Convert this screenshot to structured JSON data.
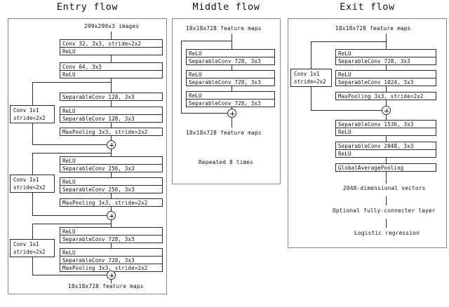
{
  "figure": {
    "name": "Xception architecture diagram",
    "line_color": "#2b2b2b",
    "panel_border_color": "#8a8a8a",
    "background": "#ffffff"
  },
  "entry_flow": {
    "title": "Entry flow",
    "input_caption": "299x299x3 images",
    "output_caption": "18x18x728 feature maps",
    "boxes": [
      {
        "id": "conv32",
        "label": "Conv 32, 3x3, stride=2x2"
      },
      {
        "id": "relu1",
        "label": "ReLU"
      },
      {
        "id": "conv64",
        "label": "Conv 64, 3x3"
      },
      {
        "id": "relu2",
        "label": "ReLU"
      },
      {
        "id": "sep128a",
        "label": "SeparableConv 128, 3x3"
      },
      {
        "id": "relu3",
        "label": "ReLU"
      },
      {
        "id": "sep128b",
        "label": "SeparableConv 128, 3x3"
      },
      {
        "id": "pool1",
        "label": "MaxPooling 3x3, stride=2x2"
      },
      {
        "id": "relu4",
        "label": "ReLU"
      },
      {
        "id": "sep256a",
        "label": "SeparableConv 256, 3x3"
      },
      {
        "id": "relu5",
        "label": "ReLU"
      },
      {
        "id": "sep256b",
        "label": "SeparableConv 256, 3x3"
      },
      {
        "id": "pool2",
        "label": "MaxPooling 3x3, stride=2x2"
      },
      {
        "id": "relu6",
        "label": "ReLU"
      },
      {
        "id": "sep728a",
        "label": "SeparableConv 728, 3x3"
      },
      {
        "id": "relu7",
        "label": "ReLU"
      },
      {
        "id": "sep728b",
        "label": "SeparableConv 728, 3x3"
      },
      {
        "id": "pool3",
        "label": "MaxPooling 3x3, stride=2x2"
      }
    ],
    "residuals": [
      {
        "id": "res1",
        "line1": "Conv 1x1",
        "line2": "stride=2x2"
      },
      {
        "id": "res2",
        "line1": "Conv 1x1",
        "line2": "stride=2x2"
      },
      {
        "id": "res3",
        "line1": "Conv 1x1",
        "line2": "stride=2x2"
      }
    ],
    "merge_symbol": "+"
  },
  "middle_flow": {
    "title": "Middle flow",
    "input_caption": "18x18x728 feature maps",
    "output_caption": "18x18x728 feature maps",
    "repeat_caption": "Repeated 8 times",
    "boxes": [
      {
        "id": "mrelu1",
        "label": "ReLU"
      },
      {
        "id": "msep1",
        "label": "SeparableConv 728, 3x3"
      },
      {
        "id": "mrelu2",
        "label": "ReLU"
      },
      {
        "id": "msep2",
        "label": "SeparableConv 728, 3x3"
      },
      {
        "id": "mrelu3",
        "label": "ReLU"
      },
      {
        "id": "msep3",
        "label": "SeparableConv 728, 3x3"
      }
    ],
    "merge_symbol": "+"
  },
  "exit_flow": {
    "title": "Exit flow",
    "input_caption": "18x18x728 feature maps",
    "boxes": [
      {
        "id": "xrelu1",
        "label": "ReLU"
      },
      {
        "id": "xsep728",
        "label": "SeparableConv 728, 3x3"
      },
      {
        "id": "xrelu2",
        "label": "ReLU"
      },
      {
        "id": "xsep1024",
        "label": "SeparableConv 1024, 3x3"
      },
      {
        "id": "xpool",
        "label": "MaxPooling 3x3, stride=2x2"
      },
      {
        "id": "xsep1536",
        "label": "SeparableConv 1536, 3x3"
      },
      {
        "id": "xrelu3",
        "label": "ReLU"
      },
      {
        "id": "xsep2048",
        "label": "SeparableConv 2048, 3x3"
      },
      {
        "id": "xrelu4",
        "label": "ReLU"
      },
      {
        "id": "xgap",
        "label": "GlobalAveragePooling"
      }
    ],
    "residual": {
      "id": "xres",
      "line1": "Conv 1x1",
      "line2": "stride=2x2"
    },
    "merge_symbol": "+",
    "tail_captions": [
      "2048-dimensional vectors",
      "Optional fully-connecter layer",
      "Logistic regression"
    ]
  }
}
